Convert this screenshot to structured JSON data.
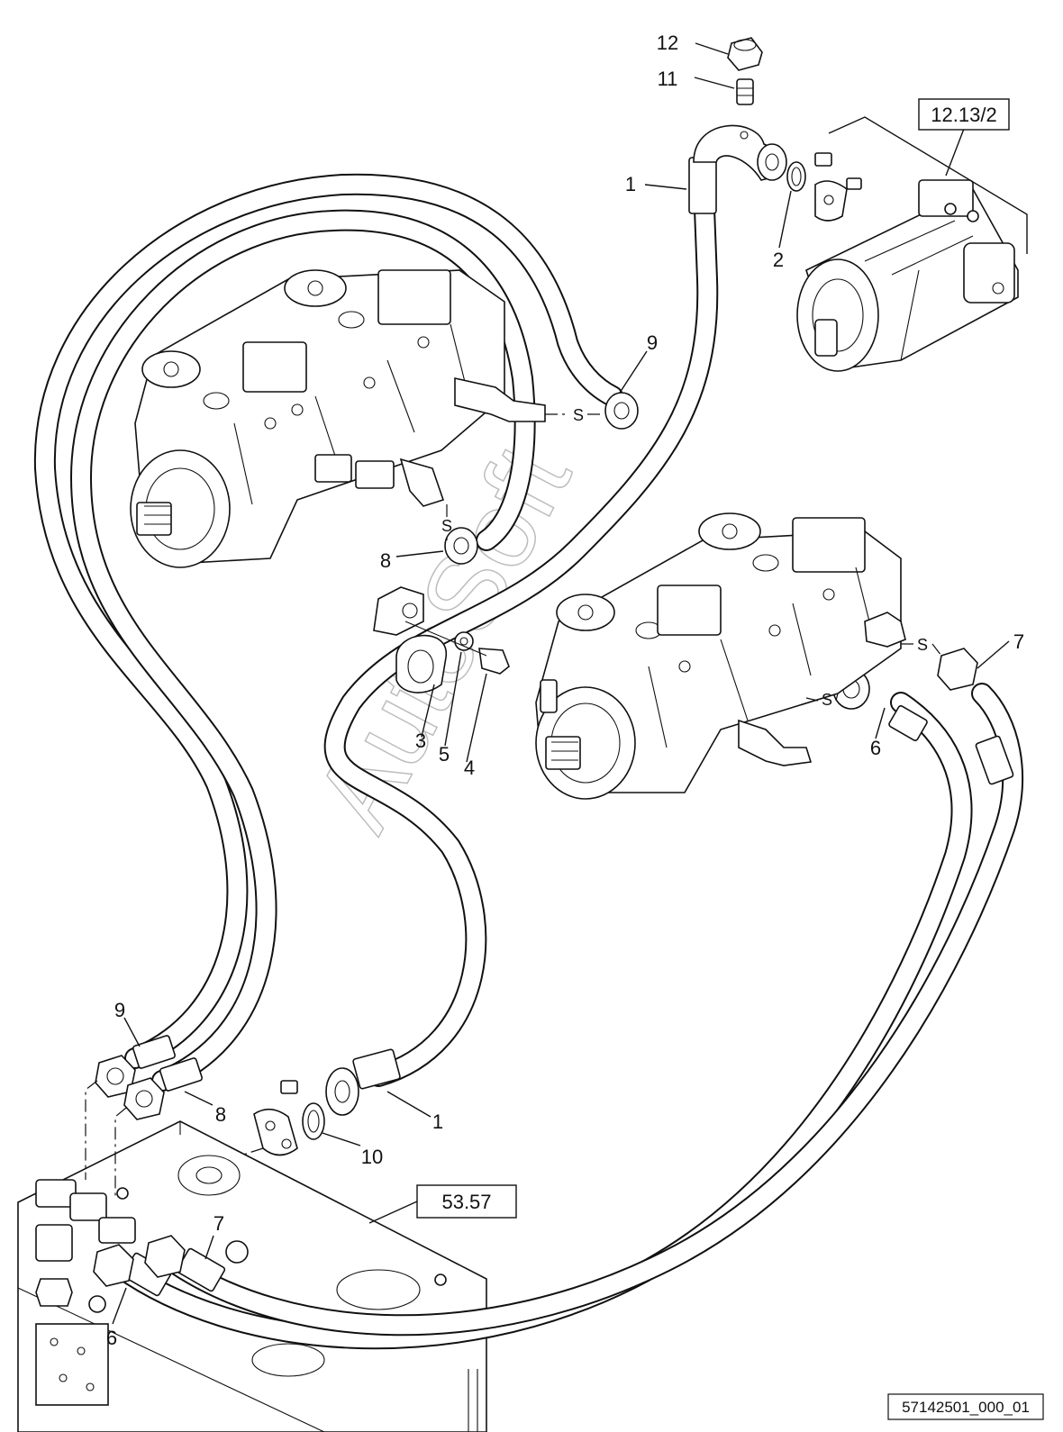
{
  "diagram": {
    "drawing_id": "57142501_000_01",
    "watermark": "AutoSoft",
    "references": [
      {
        "id": "ref-motor",
        "text": "12.13/2"
      },
      {
        "id": "ref-tank",
        "text": "53.57"
      }
    ],
    "callouts": [
      {
        "id": "c12",
        "text": "12"
      },
      {
        "id": "c11",
        "text": "11"
      },
      {
        "id": "c1a",
        "text": "1"
      },
      {
        "id": "c2",
        "text": "2"
      },
      {
        "id": "c9a",
        "text": "9"
      },
      {
        "id": "c8a",
        "text": "8"
      },
      {
        "id": "c7a",
        "text": "7"
      },
      {
        "id": "c6a",
        "text": "6"
      },
      {
        "id": "c3",
        "text": "3"
      },
      {
        "id": "c5",
        "text": "5"
      },
      {
        "id": "c4",
        "text": "4"
      },
      {
        "id": "c9b",
        "text": "9"
      },
      {
        "id": "c8b",
        "text": "8"
      },
      {
        "id": "c1b",
        "text": "1"
      },
      {
        "id": "c10",
        "text": "10"
      },
      {
        "id": "c7b",
        "text": "7"
      },
      {
        "id": "c6b",
        "text": "6"
      }
    ],
    "s_mark": "S"
  }
}
